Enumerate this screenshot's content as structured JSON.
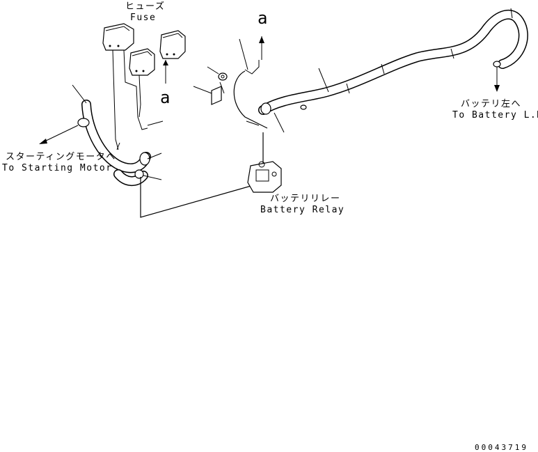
{
  "labels": {
    "fuse_jp": "ヒューズ",
    "fuse_en": "Fuse",
    "starting_motor_jp": "スターティングモータへ",
    "starting_motor_en": "To Starting Motor",
    "battery_relay_jp": "バッテリリレー",
    "battery_relay_en": "Battery Relay",
    "battery_lh_jp": "バッテリ左へ",
    "battery_lh_en": "To Battery L.H."
  },
  "callouts": {
    "a_top": "a",
    "a_fuse": "a"
  },
  "drawing_number": "00043719"
}
